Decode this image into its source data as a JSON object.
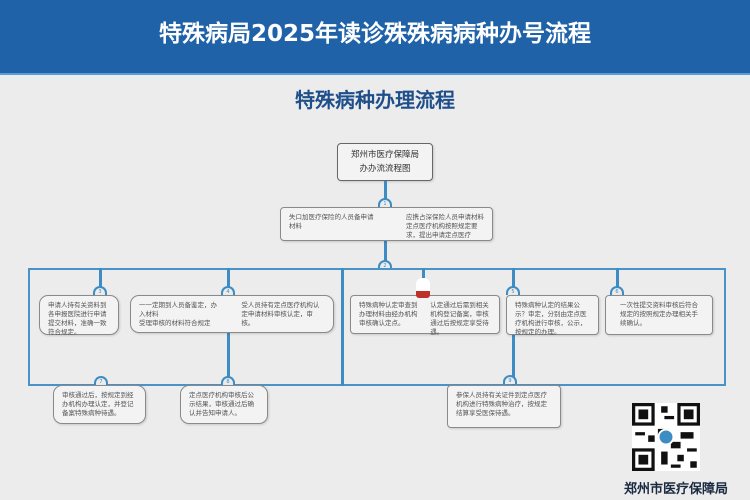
{
  "header": {
    "title": "特殊病局2025年读诊殊殊病病种办号流程"
  },
  "subtitle": "特殊病种办理流程",
  "top_box": {
    "line1": "郑州市医疗保障局",
    "line2": "办办流流程图"
  },
  "step_box": {
    "left": "失口加医疗保险的人员备申请材料",
    "right": "应携占深保险人员申请材料定点医疗机构按照规定要求，提出申请定点医疗"
  },
  "markers": [
    "1",
    "2",
    "3",
    "4",
    "5",
    "6",
    "7",
    "8",
    "9"
  ],
  "row_boxes": [
    {
      "text": "申请人持有关资料到各申报医院进行申请提交材料，准确一致符合规定。"
    },
    {
      "left": "一一定期到人员备鉴定，办入材料\n受理审核的材料符合规定",
      "right": "受人员持有定点医疗机构认定申请材料审核认定，审核。"
    },
    {
      "left": "特殊病种认定审查到办理材料由经办机构审核确认定点。",
      "right": "认定通过后需到相关机构登记备案，审核通过后按规定享受待遇。"
    },
    {
      "text": "特殊病种认定的结果公示？审定，分别由定点医疗机构进行审核，公示，按规定的办理。"
    },
    {
      "text": "一次性提交资料审核后符合规定的按照规定办理相关手续确认。"
    }
  ],
  "lower_boxes": [
    {
      "text": "审核通过后，按规定到经办机构办理认定，并登记备案特殊病种待遇。"
    },
    {
      "text": "定点医疗机构审核后公示结果，审核通过后确认并告知申请人。"
    },
    {
      "text": "参保人员持有关证件到定点医疗机构进行特殊病种治疗，按规定结算享受医保待遇。"
    }
  ],
  "qr": {
    "label": "郑州市医疗保障局"
  },
  "colors": {
    "header": "#1f62a8",
    "subtitle": "#1f4f8a",
    "connector": "#3d8cc4"
  }
}
